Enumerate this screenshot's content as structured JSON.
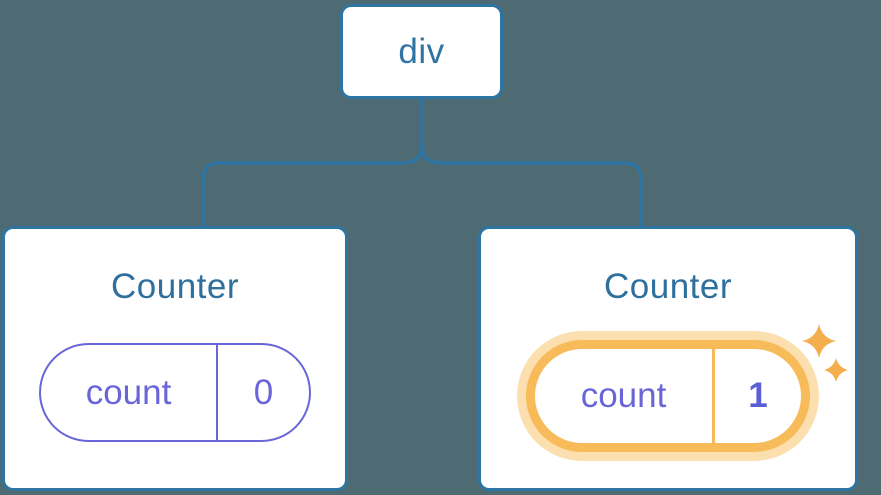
{
  "tree": {
    "root": {
      "label": "div"
    },
    "children": [
      {
        "title": "Counter",
        "state": {
          "key": "count",
          "value": "0"
        },
        "highlighted": false
      },
      {
        "title": "Counter",
        "state": {
          "key": "count",
          "value": "1"
        },
        "highlighted": true
      }
    ]
  },
  "icons": {
    "sparkle": "sparkle-icon"
  },
  "colors": {
    "background": "#4e6a73",
    "node_border_blue": "#2e75a3",
    "title_blue": "#2e6f9e",
    "state_purple": "#6a66d9",
    "value_purple_bold": "#5a5fd6",
    "highlight_orange": "#f8bb59",
    "highlight_glow": "#fcdfae",
    "sparkle_orange": "#f5ae4d",
    "card_background": "#ffffff"
  }
}
